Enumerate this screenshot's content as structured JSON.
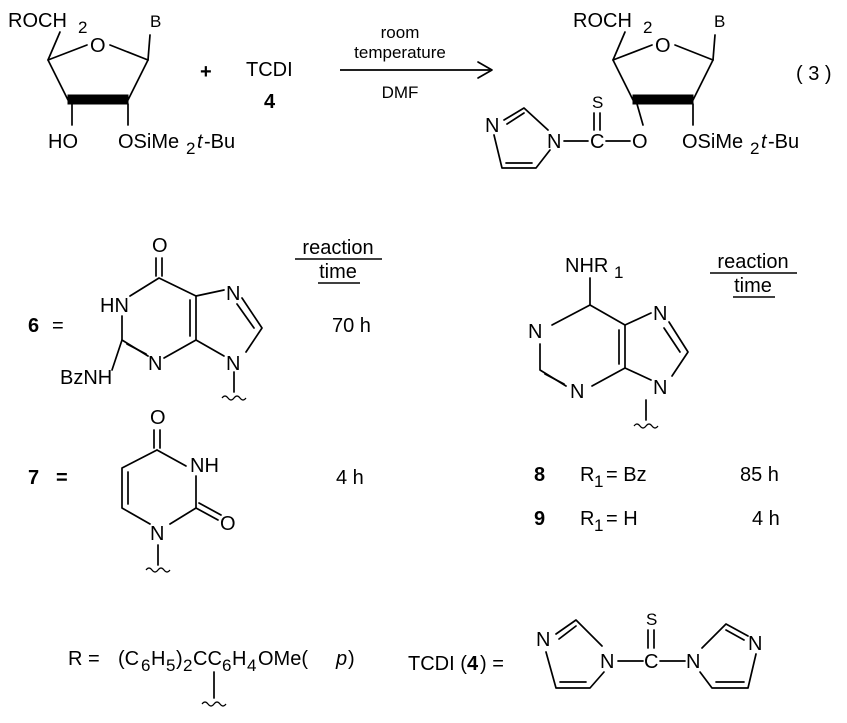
{
  "reaction": {
    "reagent_name": "TCDI",
    "reagent_number": "4",
    "conditions_line1": "room",
    "conditions_line2": "temperature",
    "solvent": "DMF",
    "equation_number": "( 3 )"
  },
  "sugar": {
    "c5_substituent": "ROCH",
    "subscript_2": "2",
    "base": "B",
    "ring_oxygen": "O",
    "hydroxyl": "HO",
    "silyl_ether_main": "OSiMe",
    "silyl_ether_tail": "-Bu",
    "silyl_ether_t": "t",
    "thiocarbonyl_s": "S",
    "thiocarbonyl_c": "C",
    "linker_o": "O",
    "imidazole_n": "N"
  },
  "table_header": {
    "line1": "reaction",
    "line2": "time"
  },
  "bases": [
    {
      "number": "6",
      "eq": "=",
      "time": "70 h"
    },
    {
      "number": "7",
      "eq": "=",
      "time": "4 h"
    }
  ],
  "adenine": {
    "substituent_main": "NHR",
    "substituent_sub": "1",
    "rows": [
      {
        "number": "8",
        "r_label": "R",
        "r_sub": "1",
        "r_value": "= Bz",
        "time": "85 h"
      },
      {
        "number": "9",
        "r_label": "R",
        "r_sub": "1",
        "r_value": "= H",
        "time": "4 h"
      }
    ]
  },
  "atoms": {
    "O": "O",
    "N": "N",
    "HN": "HN",
    "NH": "NH",
    "BzNH": "BzNH"
  },
  "r_definition": {
    "lhs": "R =",
    "c6h5": "(C",
    "sub6": "6",
    "h5": "H",
    "sub5": "5",
    "paren": ")",
    "sub2": "2",
    "cc6h4": "CC",
    "sub6b": "6",
    "h4": "H",
    "sub4": "4",
    "ome": "OMe(",
    "p": "p",
    "close": ")"
  },
  "tcdi_definition": {
    "prefix": "TCDI (",
    "number": "4",
    "suffix": ") =",
    "s": "S",
    "c": "C",
    "n": "N"
  }
}
